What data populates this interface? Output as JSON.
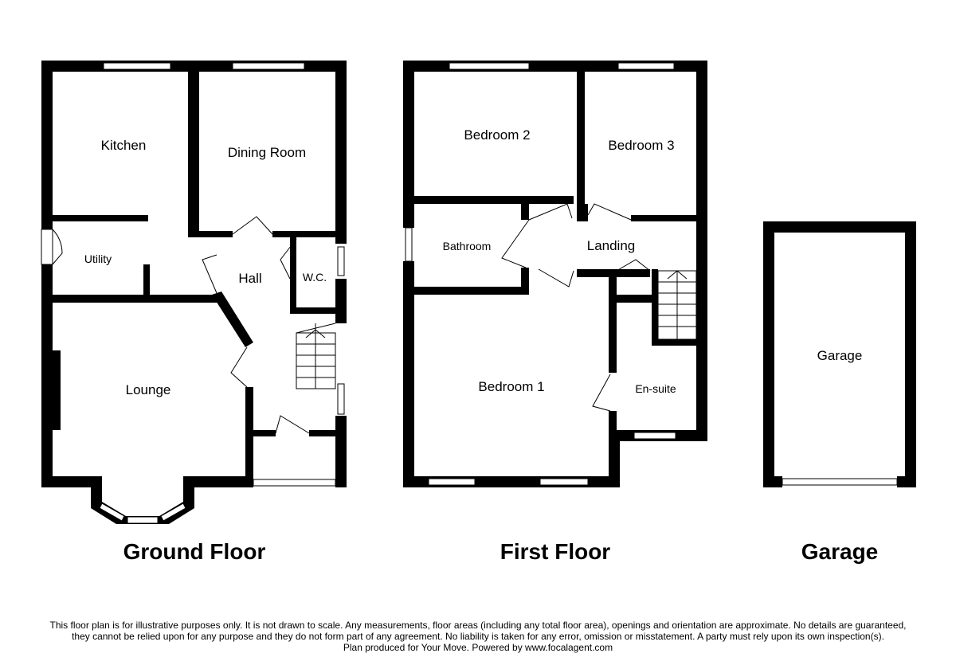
{
  "floors": {
    "ground": {
      "title": "Ground Floor",
      "rooms": {
        "kitchen": "Kitchen",
        "dining": "Dining Room",
        "utility": "Utility",
        "hall": "Hall",
        "wc": "W.C.",
        "lounge": "Lounge"
      }
    },
    "first": {
      "title": "First Floor",
      "rooms": {
        "bedroom2": "Bedroom 2",
        "bedroom3": "Bedroom 3",
        "bathroom": "Bathroom",
        "landing": "Landing",
        "bedroom1": "Bedroom 1",
        "ensuite": "En-suite"
      }
    },
    "garage": {
      "title": "Garage",
      "rooms": {
        "garage": "Garage"
      }
    }
  },
  "disclaimer": {
    "line1": "This floor plan is for illustrative purposes only. It is not drawn to scale. Any measurements, floor areas (including any total floor area), openings and orientation are approximate. No details are guaranteed,",
    "line2": "they cannot be relied upon for any purpose and they do not form part of any agreement. No liability is taken for any error, omission or misstatement. A party must rely upon its own inspection(s).",
    "line3": "Plan produced for Your Move. Powered by www.focalagent.com"
  }
}
